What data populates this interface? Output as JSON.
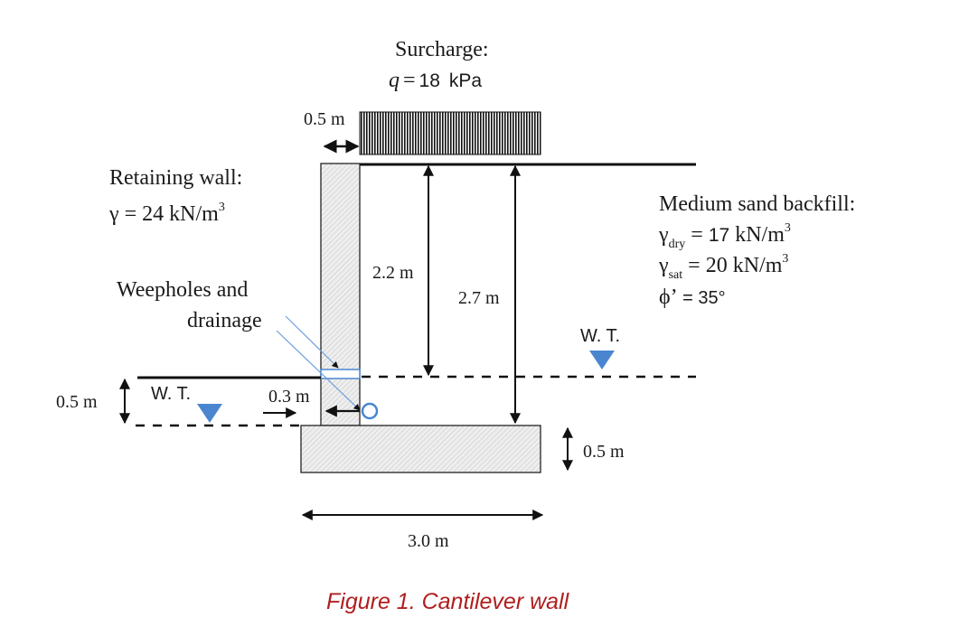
{
  "surcharge": {
    "title": "Surcharge:",
    "q_symbol": "q",
    "q_eq": "=",
    "q_value": "18",
    "q_unit": "kPa",
    "width_label": "0.5 m"
  },
  "wall": {
    "title": "Retaining wall:",
    "gamma": "γ = 24 kN/m",
    "gamma_sup": "3"
  },
  "weepholes": {
    "line1": "Weepholes and",
    "line2": "drainage"
  },
  "backfill": {
    "title": "Medium sand backfill:",
    "gamma_dry_sym": "γ",
    "gamma_dry_sub": "dry",
    "gamma_dry_eq": " = ",
    "gamma_dry_val": "17",
    "gamma_dry_unit": " kN/m",
    "gamma_dry_sup": "3",
    "gamma_sat_sym": "γ",
    "gamma_sat_sub": "sat",
    "gamma_sat_val": " = 20 kN/m",
    "gamma_sat_sup": "3",
    "phi_sym": "ϕ’",
    "phi_val": " = 35°"
  },
  "dimensions": {
    "h1": "2.2 m",
    "h2": "2.7 m",
    "base_thickness": "0.5 m",
    "base_width": "3.0 m",
    "toe_depth": "0.5 m",
    "drain_offset": "0.3 m"
  },
  "water_table": {
    "left_label": "W. T.",
    "right_label": "W. T."
  },
  "caption": "Figure 1. Cantilever wall",
  "colors": {
    "water_marker": "#4a86d0",
    "caption": "#b01e1e",
    "concrete": "#ececec"
  }
}
